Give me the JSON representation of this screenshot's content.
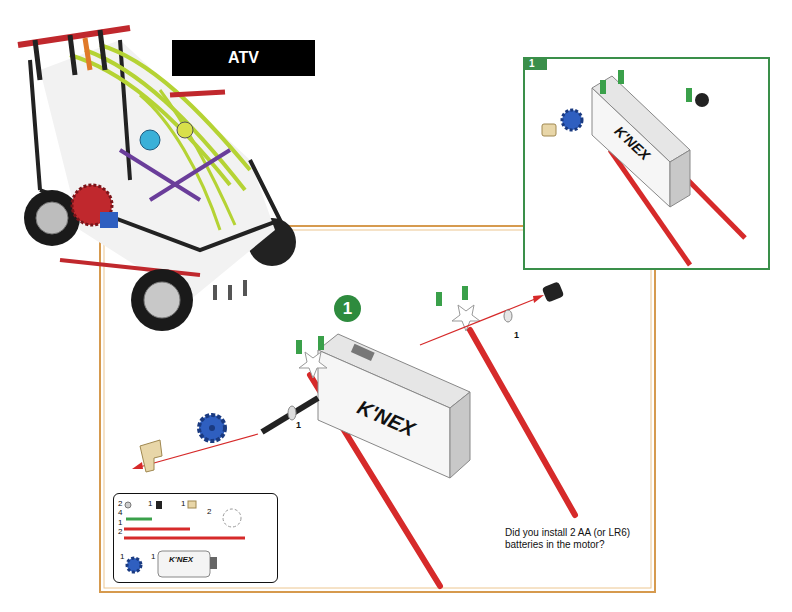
{
  "diagram": {
    "title": "ATV",
    "nodes": [
      {
        "text": [
          "1"
        ]
      },
      {
        "text": [
          "1"
        ]
      },
      {
        "text": [
          "2",
          "1",
          "1",
          "4",
          "1",
          "2",
          "2",
          "1",
          "1",
          "K'NEX"
        ]
      }
    ],
    "labels": [
      "1",
      "1",
      "K'NEX",
      "K'NEX",
      "Did you install 2 AA (or LR6) batteries in the motor?"
    ]
  }
}
